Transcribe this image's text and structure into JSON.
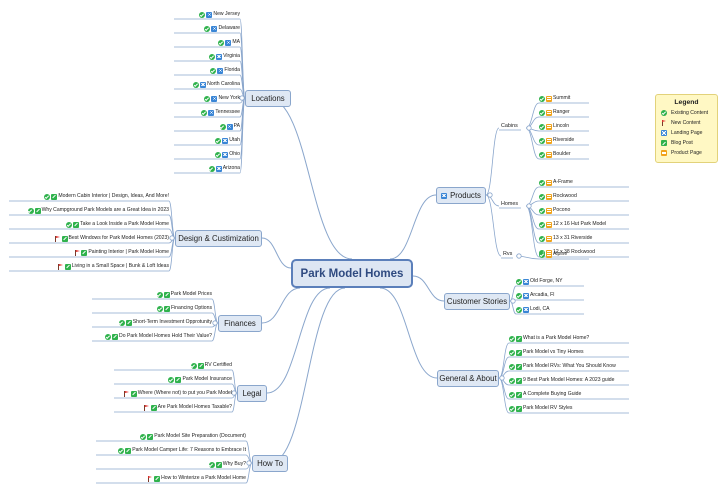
{
  "central": "Park Model Homes",
  "topics": {
    "locations": "Locations",
    "design": "Design & Custimization",
    "finances": "Finances",
    "legal": "Legal",
    "howto": "How To",
    "products": "Products",
    "customer_stories": "Customer Stories",
    "general": "General & About"
  },
  "subtopics": {
    "cabins": "Cabins",
    "homes": "Homes",
    "rvs": "Rvs"
  },
  "locations": [
    {
      "label": "New Jersey",
      "icons": [
        "check",
        "landing"
      ]
    },
    {
      "label": "Delaware",
      "icons": [
        "check",
        "landing"
      ]
    },
    {
      "label": "MA",
      "icons": [
        "check",
        "landing"
      ]
    },
    {
      "label": "Virginia",
      "icons": [
        "check",
        "landing"
      ]
    },
    {
      "label": "Florida",
      "icons": [
        "check",
        "landing"
      ]
    },
    {
      "label": "North Carolina",
      "icons": [
        "check",
        "landing"
      ]
    },
    {
      "label": "New York",
      "icons": [
        "check",
        "landing"
      ]
    },
    {
      "label": "Tennessee",
      "icons": [
        "check",
        "landing"
      ]
    },
    {
      "label": "PA",
      "icons": [
        "check",
        "landing"
      ]
    },
    {
      "label": "Utah",
      "icons": [
        "check",
        "landing"
      ]
    },
    {
      "label": "Ohio",
      "icons": [
        "check",
        "landing"
      ]
    },
    {
      "label": "Arizona",
      "icons": [
        "check",
        "landing"
      ]
    }
  ],
  "design": [
    {
      "label": "Modern Cabin Interior | Design, Ideas, And More!",
      "icons": [
        "check",
        "blog"
      ]
    },
    {
      "label": "Why Campground Park Models are a Great Idea in 2023",
      "icons": [
        "check",
        "blog"
      ]
    },
    {
      "label": "Take a Look Inside a Park Model Home",
      "icons": [
        "check",
        "blog"
      ]
    },
    {
      "label": "Best Windows for Park Model Homes (2023)",
      "icons": [
        "flag",
        "blog"
      ]
    },
    {
      "label": "Painting Interior | Park Model Home",
      "icons": [
        "flag",
        "blog"
      ]
    },
    {
      "label": "Living in a Small Space | Bunk & Loft Ideas",
      "icons": [
        "flag",
        "blog"
      ]
    }
  ],
  "finances": [
    {
      "label": "Park Model Prices",
      "icons": [
        "check",
        "blog"
      ]
    },
    {
      "label": "Financing Options",
      "icons": [
        "check",
        "blog"
      ]
    },
    {
      "label": "Short-Term Investment Opprotunity",
      "icons": [
        "check",
        "blog"
      ]
    },
    {
      "label": "Do Park Model Homes Hold Their Value?",
      "icons": [
        "check",
        "blog"
      ]
    }
  ],
  "legal": [
    {
      "label": "RV Certified",
      "icons": [
        "check",
        "blog"
      ]
    },
    {
      "label": "Park Model Insurance",
      "icons": [
        "check",
        "blog"
      ]
    },
    {
      "label": "Where (Where not) to put you Park Model",
      "icons": [
        "flag",
        "blog"
      ]
    },
    {
      "label": "Are Park Model Homes Taxable?",
      "icons": [
        "flag",
        "blog"
      ]
    }
  ],
  "howto": [
    {
      "label": "Park Model Site Preparation (Document)",
      "icons": [
        "check",
        "blog"
      ]
    },
    {
      "label": "Park Model Camper Life: 7 Reasons to Embrace It",
      "icons": [
        "check",
        "blog"
      ]
    },
    {
      "label": "Why Buy?",
      "icons": [
        "check",
        "blog"
      ]
    },
    {
      "label": "How to Winterize a Park Model Home",
      "icons": [
        "flag",
        "blog"
      ]
    }
  ],
  "cabins": [
    {
      "label": "Summit",
      "icons": [
        "check",
        "product"
      ]
    },
    {
      "label": "Ranger",
      "icons": [
        "check",
        "product"
      ]
    },
    {
      "label": "Lincoln",
      "icons": [
        "check",
        "product"
      ]
    },
    {
      "label": "Riverside",
      "icons": [
        "check",
        "product"
      ]
    },
    {
      "label": "Boulder",
      "icons": [
        "check",
        "product"
      ]
    }
  ],
  "homes": [
    {
      "label": "A-Frame",
      "icons": [
        "check",
        "product"
      ]
    },
    {
      "label": "Rockwood",
      "icons": [
        "check",
        "product"
      ]
    },
    {
      "label": "Pocono",
      "icons": [
        "check",
        "product"
      ]
    },
    {
      "label": "12 x 16 Hut Park Model",
      "icons": [
        "check",
        "product"
      ]
    },
    {
      "label": "13 x 31 Riverside",
      "icons": [
        "check",
        "product"
      ]
    },
    {
      "label": "12 x 38 Rockwood",
      "icons": [
        "check",
        "product"
      ]
    }
  ],
  "rvs": [
    {
      "label": "Alpine",
      "icons": [
        "check",
        "product"
      ]
    }
  ],
  "customer_stories": [
    {
      "label": "Old Forge, NY",
      "icons": [
        "check",
        "landing"
      ]
    },
    {
      "label": "Arcadia, Fl",
      "icons": [
        "check",
        "landing"
      ]
    },
    {
      "label": "Lodi, CA",
      "icons": [
        "check",
        "landing"
      ]
    }
  ],
  "general": [
    {
      "label": "What is a Park Model Home?",
      "icons": [
        "check",
        "blog"
      ]
    },
    {
      "label": "Park Model vs Tiny Homes",
      "icons": [
        "check",
        "blog"
      ]
    },
    {
      "label": "Park Model RVs: What You Should Know",
      "icons": [
        "check",
        "blog"
      ]
    },
    {
      "label": "9 Best Park Model Homes: A 2023 guide",
      "icons": [
        "check",
        "blog"
      ]
    },
    {
      "label": "A Complete Buying Guide",
      "icons": [
        "check",
        "blog"
      ]
    },
    {
      "label": "Park Model RV Styles",
      "icons": [
        "check",
        "blog"
      ]
    }
  ],
  "legend": {
    "title": "Legend",
    "items": [
      {
        "label": "Existing Content",
        "icon": "check"
      },
      {
        "label": "New Content",
        "icon": "flag"
      },
      {
        "label": "Landing Page",
        "icon": "landing"
      },
      {
        "label": "Blog Post",
        "icon": "blog"
      },
      {
        "label": "Product Page",
        "icon": "product"
      }
    ]
  },
  "colors": {
    "connector": "#8aa6cc",
    "topic_fill": "#dfe8f4",
    "central_fill": "#dde6f3",
    "central_border": "#5b7fba",
    "existing": "#2fb24c",
    "new": "#e2302d",
    "landing": "#3a86d6",
    "product": "#f0a31b",
    "legend_fill": "#fff8c4"
  }
}
